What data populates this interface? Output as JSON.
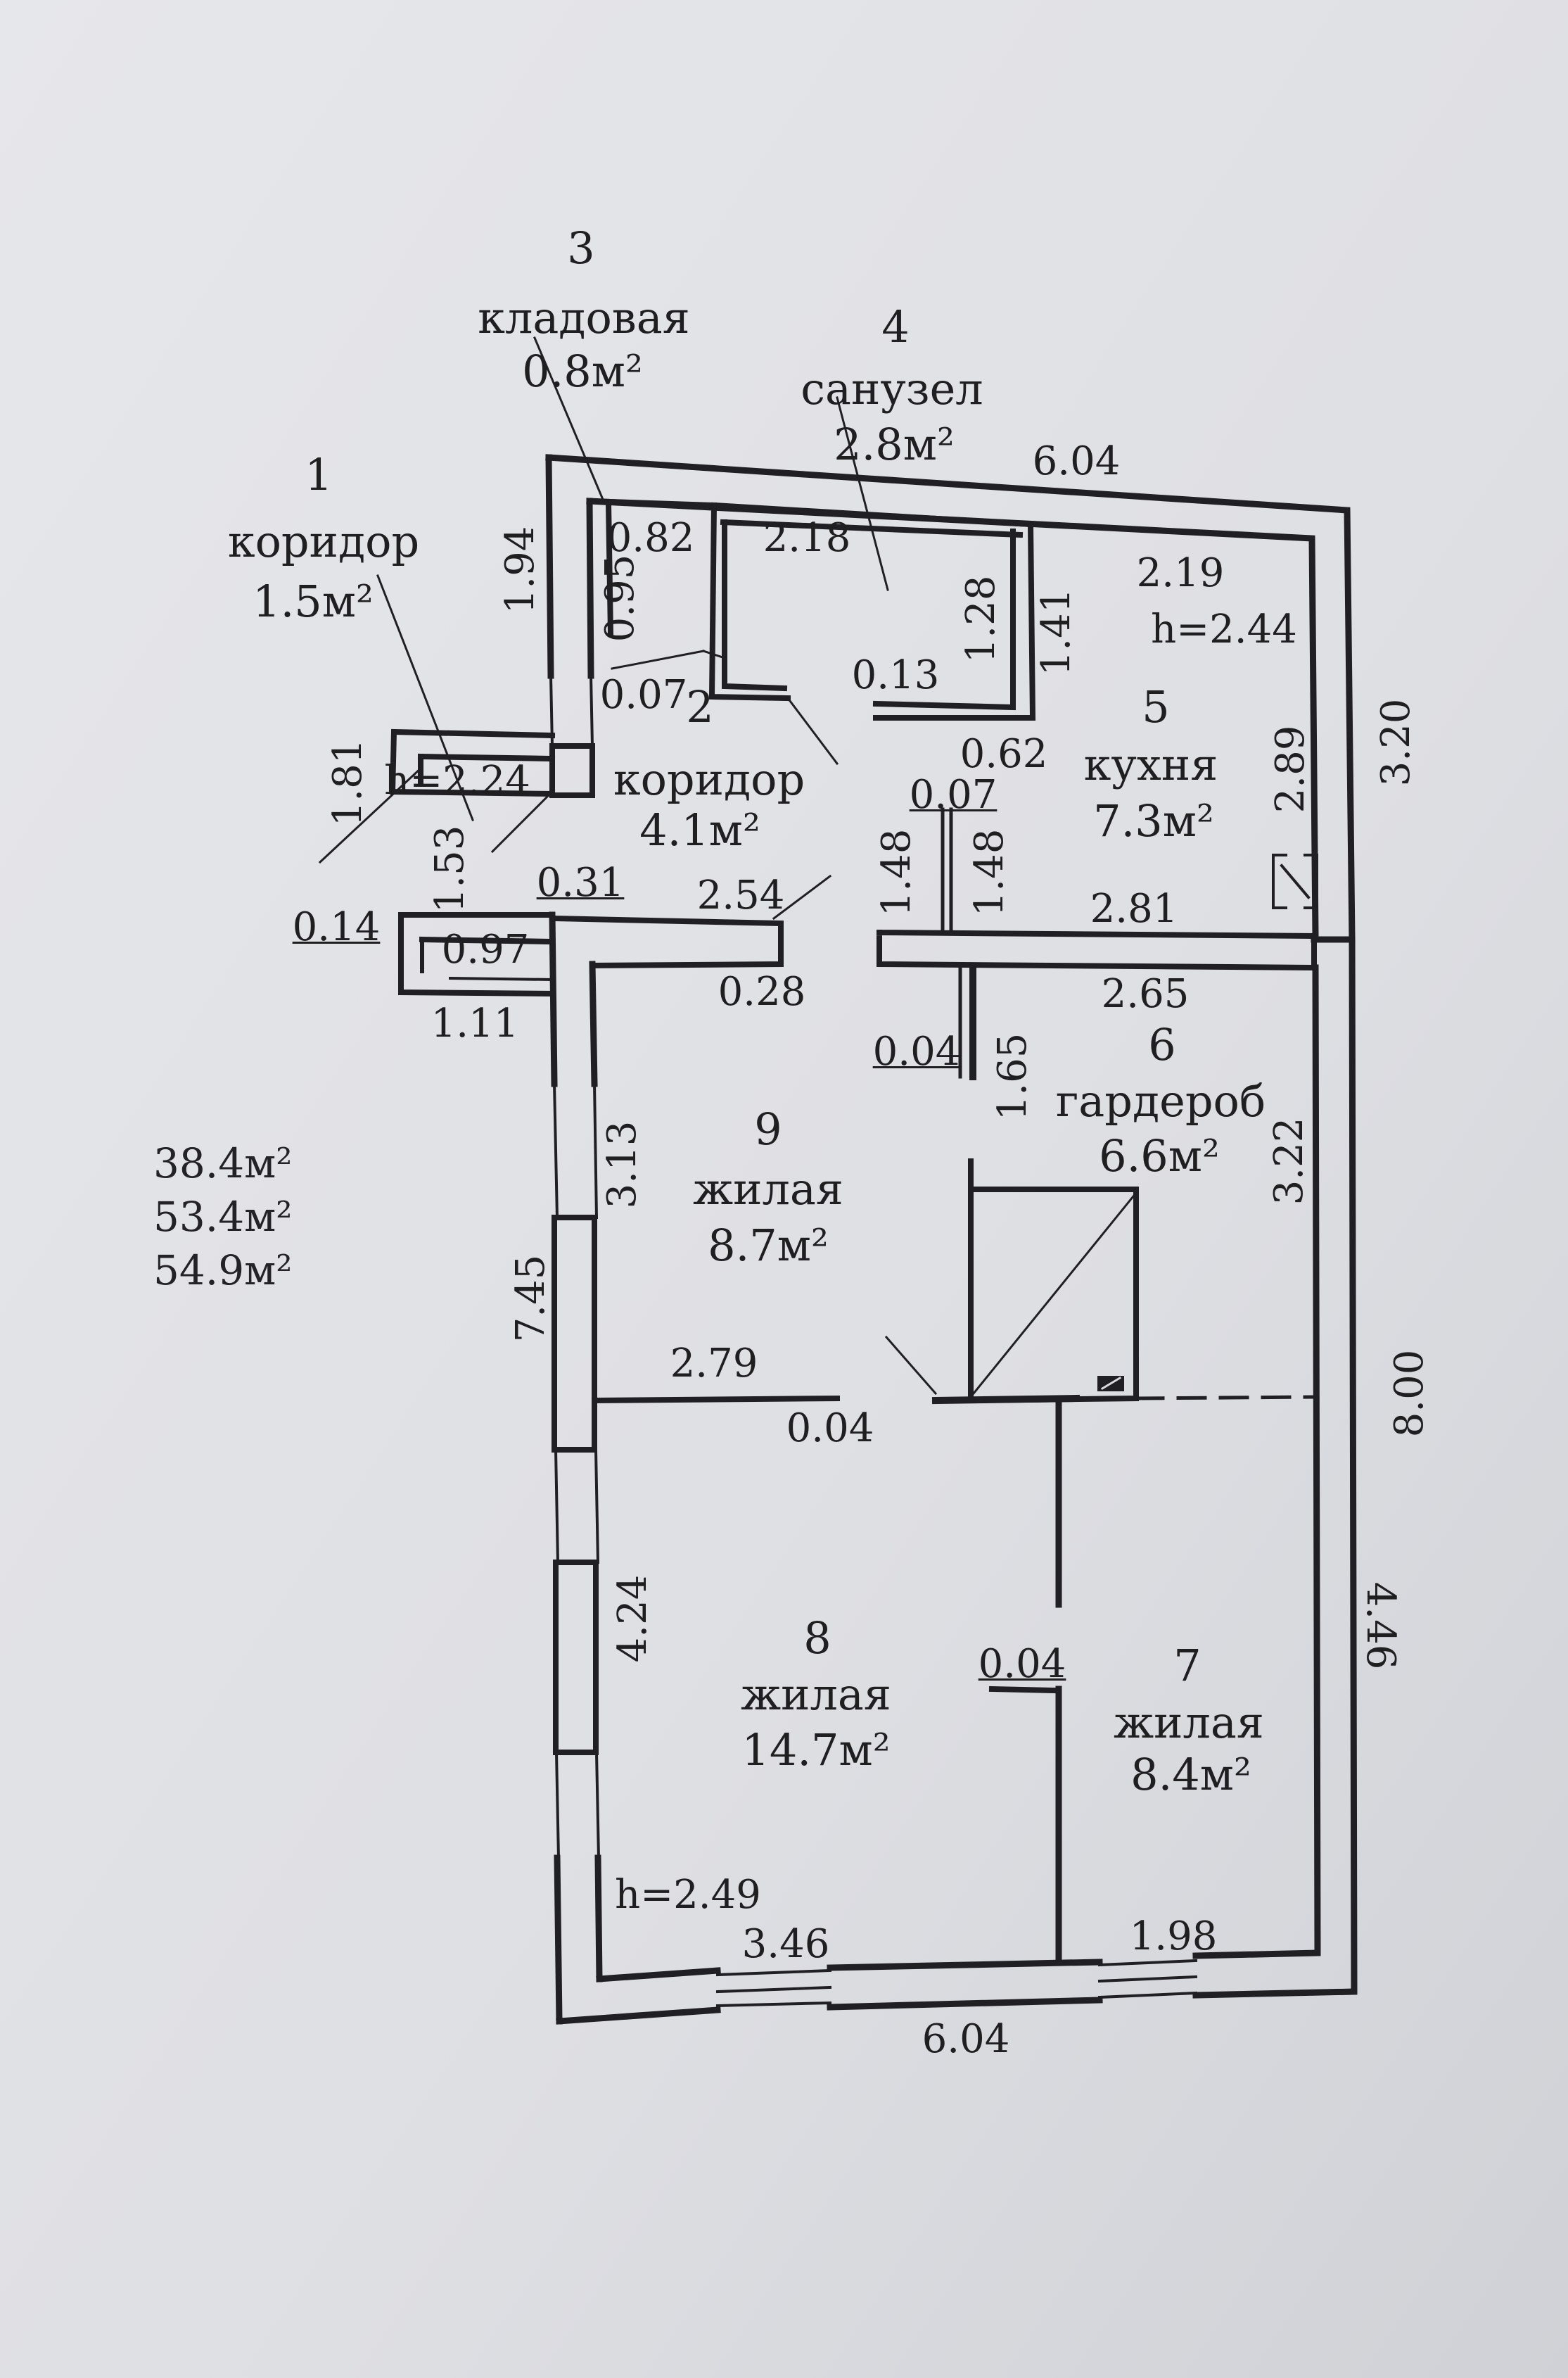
{
  "rooms": [
    {
      "num": "1",
      "name": "коридор",
      "area": "1.5м²"
    },
    {
      "num": "2",
      "name": "коридор",
      "area": "4.1м²"
    },
    {
      "num": "3",
      "name": "кладовая",
      "area": "0.8м²"
    },
    {
      "num": "4",
      "name": "санузел",
      "area": "2.8м²"
    },
    {
      "num": "5",
      "name": "кухня",
      "area": "7.3м²"
    },
    {
      "num": "6",
      "name": "гардероб",
      "area": "6.6м²"
    },
    {
      "num": "7",
      "name": "жилая",
      "area": "8.4м²"
    },
    {
      "num": "8",
      "name": "жилая",
      "area": "14.7м²"
    },
    {
      "num": "9",
      "name": "жилая",
      "area": "8.7м²"
    }
  ],
  "heights": {
    "kitchen": "h=2.44",
    "corridor": "h=2.24",
    "living": "h=2.49"
  },
  "dims": {
    "top_total": "6.04",
    "bottom_total": "6.04",
    "right_upper": "3.20",
    "right_total": "8.00",
    "right_lower": "4.46",
    "left_total": "7.45",
    "d194": "1.94",
    "d082": "0.82",
    "d095": "0.95",
    "d007a": "0.07",
    "d218": "2.18",
    "d128": "1.28",
    "d013": "0.13",
    "d141": "1.41",
    "d219": "2.19",
    "d289": "2.89",
    "d062": "0.62",
    "d007b": "0.07",
    "d148a": "1.48",
    "d148b": "1.48",
    "d281": "2.81",
    "d181": "1.81",
    "d153": "1.53",
    "d031": "0.31",
    "d254": "2.54",
    "d014": "0.14",
    "d097": "0.97",
    "d028": "0.28",
    "d111": "1.11",
    "d265": "2.65",
    "d004a": "0.04",
    "d165": "1.65",
    "d322": "3.22",
    "d313": "3.13",
    "d279": "2.79",
    "d004b": "0.04",
    "d424": "4.24",
    "d004c": "0.04",
    "d346": "3.46",
    "d198": "1.98"
  },
  "totals": [
    "38.4м²",
    "53.4м²",
    "54.9м²"
  ]
}
